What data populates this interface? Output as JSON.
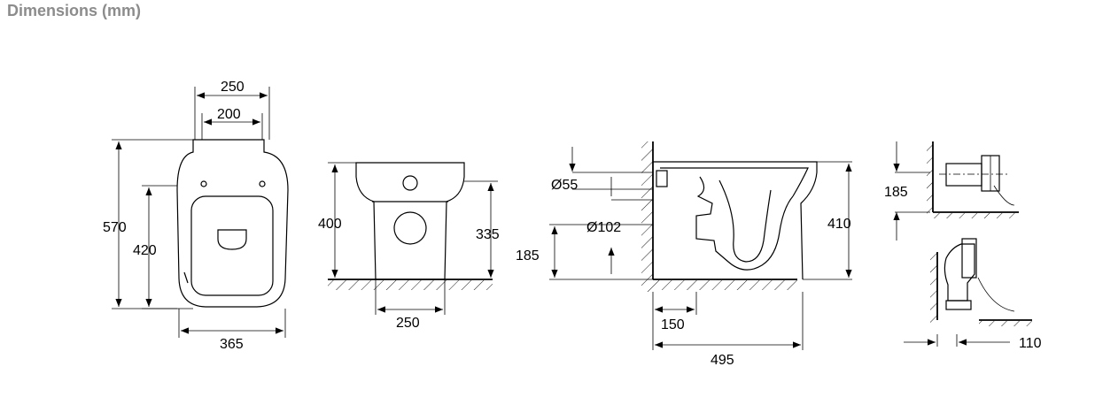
{
  "title": "Dimensions (mm)",
  "dimensions": {
    "top_view": {
      "outer_width": "250",
      "inner_width": "200",
      "total_length": "570",
      "inner_length": "420",
      "base_width": "365"
    },
    "front_view": {
      "height": "400",
      "side_height": "335",
      "base_width": "250"
    },
    "side_view": {
      "dia_inlet": "Ø55",
      "dia_outlet": "Ø102",
      "outlet_height": "185",
      "height": "410",
      "offset": "150",
      "length": "495"
    },
    "connector_view": {
      "height": "185",
      "offset": "110"
    }
  }
}
